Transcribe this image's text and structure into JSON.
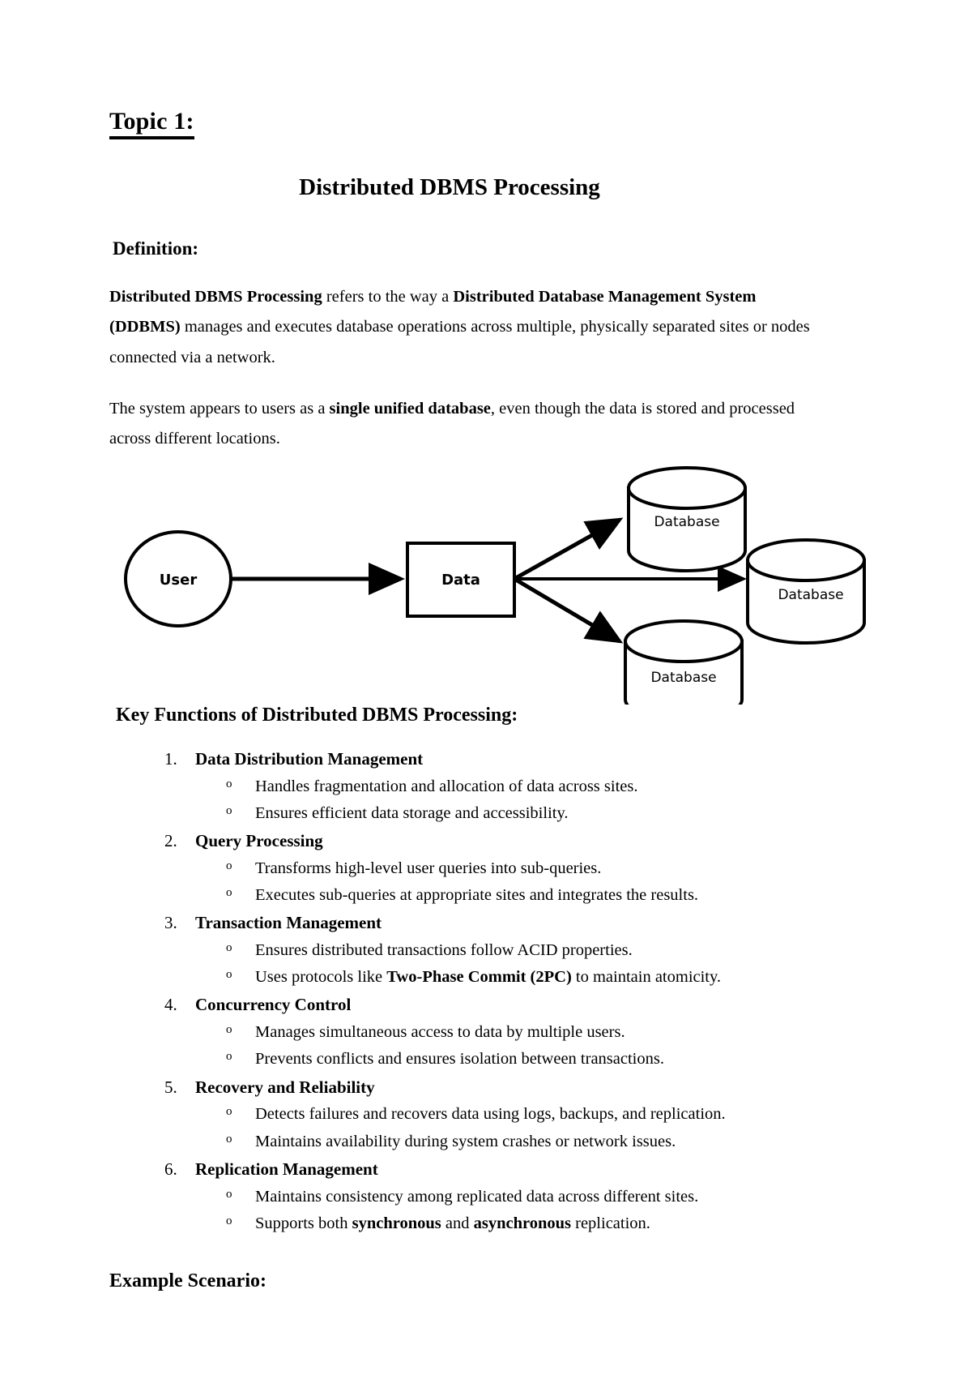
{
  "document": {
    "topic_heading": "Topic 1:",
    "title": "Distributed DBMS Processing",
    "definition_heading": "Definition:",
    "paragraph_1": {
      "bold_1": "Distributed DBMS Processing",
      "text_1": " refers to the way a ",
      "bold_2": "Distributed Database Management System (DDBMS)",
      "text_2": " manages and executes database operations across multiple, physically separated sites or nodes connected via a network."
    },
    "paragraph_2": {
      "text_1": "The system appears to users as a ",
      "bold_1": "single unified database",
      "text_2": ", even though the data is stored and processed across different locations."
    },
    "key_functions_heading": "Key Functions of Distributed DBMS Processing:",
    "example_heading": "Example Scenario:"
  },
  "diagram": {
    "user_label": "User",
    "data_label": "Data",
    "database_top_label": "Database",
    "database_right_label": "Database",
    "database_bottom_label": "Database",
    "stroke_color": "#000000",
    "fill_color": "#ffffff"
  },
  "key_functions": [
    {
      "title": "Data Distribution Management",
      "bullets": [
        {
          "text_1": "Handles fragmentation and allocation of data across sites."
        },
        {
          "text_1": "Ensures efficient data storage and accessibility."
        }
      ]
    },
    {
      "title": "Query Processing",
      "bullets": [
        {
          "text_1": "Transforms high-level user queries into sub-queries."
        },
        {
          "text_1": "Executes sub-queries at appropriate sites and integrates the results."
        }
      ]
    },
    {
      "title": "Transaction Management",
      "bullets": [
        {
          "text_1": "Ensures distributed transactions follow ACID properties."
        },
        {
          "text_1": "Uses protocols like ",
          "bold_1": "Two-Phase Commit (2PC)",
          "text_2": " to maintain atomicity."
        }
      ]
    },
    {
      "title": "Concurrency Control",
      "bullets": [
        {
          "text_1": "Manages simultaneous access to data by multiple users."
        },
        {
          "text_1": "Prevents conflicts and ensures isolation between transactions."
        }
      ]
    },
    {
      "title": "Recovery and Reliability",
      "bullets": [
        {
          "text_1": "Detects failures and recovers data using logs, backups, and replication."
        },
        {
          "text_1": "Maintains availability during system crashes or network issues."
        }
      ]
    },
    {
      "title": "Replication Management",
      "bullets": [
        {
          "text_1": "Maintains consistency among replicated data across different sites."
        },
        {
          "text_1": "Supports both ",
          "bold_1": "synchronous",
          "text_2": " and ",
          "bold_2": "asynchronous",
          "text_3": " replication."
        }
      ]
    }
  ]
}
